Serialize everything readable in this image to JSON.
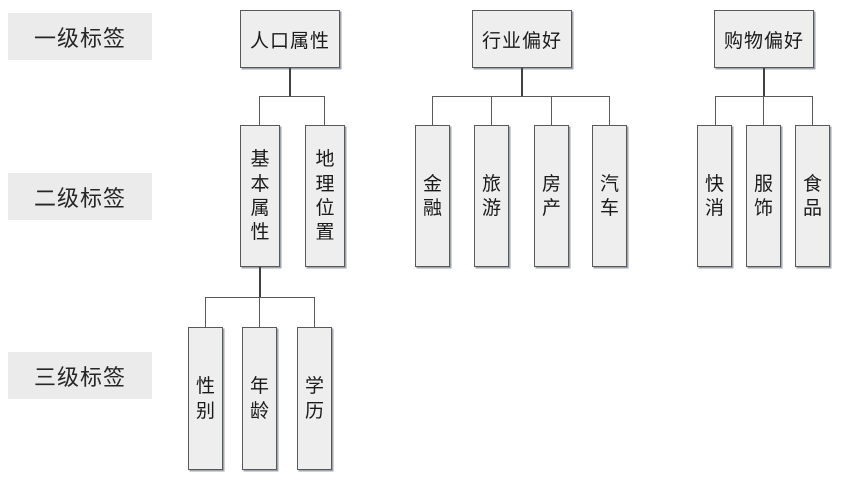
{
  "diagram": {
    "title_rows": [
      {
        "label": "一级标签",
        "level": 1
      },
      {
        "label": "二级标签",
        "level": 2
      },
      {
        "label": "三级标签",
        "level": 3
      }
    ],
    "trees": [
      {
        "root": {
          "label": "人口属性",
          "chars": [
            "人",
            "口",
            "属",
            "性"
          ]
        },
        "level2": [
          {
            "label": "基本属性",
            "chars": [
              "基",
              "本",
              "属",
              "性"
            ]
          },
          {
            "label": "地理位置",
            "chars": [
              "地",
              "理",
              "位",
              "置"
            ]
          }
        ],
        "level3_parent": "基本属性",
        "level3": [
          {
            "label": "性别",
            "chars": [
              "性",
              "别"
            ]
          },
          {
            "label": "年龄",
            "chars": [
              "年",
              "龄"
            ]
          },
          {
            "label": "学历",
            "chars": [
              "学",
              "历"
            ]
          }
        ]
      },
      {
        "root": {
          "label": "行业偏好",
          "chars": [
            "行",
            "业",
            "偏",
            "好"
          ]
        },
        "level2": [
          {
            "label": "金融",
            "chars": [
              "金",
              "融"
            ]
          },
          {
            "label": "旅游",
            "chars": [
              "旅",
              "游"
            ]
          },
          {
            "label": "房产",
            "chars": [
              "房",
              "产"
            ]
          },
          {
            "label": "汽车",
            "chars": [
              "汽",
              "车"
            ]
          }
        ],
        "level3": []
      },
      {
        "root": {
          "label": "购物偏好",
          "chars": [
            "购",
            "物",
            "偏",
            "好"
          ]
        },
        "level2": [
          {
            "label": "快消",
            "chars": [
              "快",
              "消"
            ]
          },
          {
            "label": "服饰",
            "chars": [
              "服",
              "饰"
            ]
          },
          {
            "label": "食品",
            "chars": [
              "食",
              "品"
            ]
          }
        ],
        "level3": []
      }
    ],
    "colors": {
      "background": "#ffffff",
      "node_fill": "#eeeeee",
      "node_border": "#595959",
      "row_label_fill": "#ebebeb",
      "connector": "#404040",
      "text": "#1a1a1a"
    }
  }
}
